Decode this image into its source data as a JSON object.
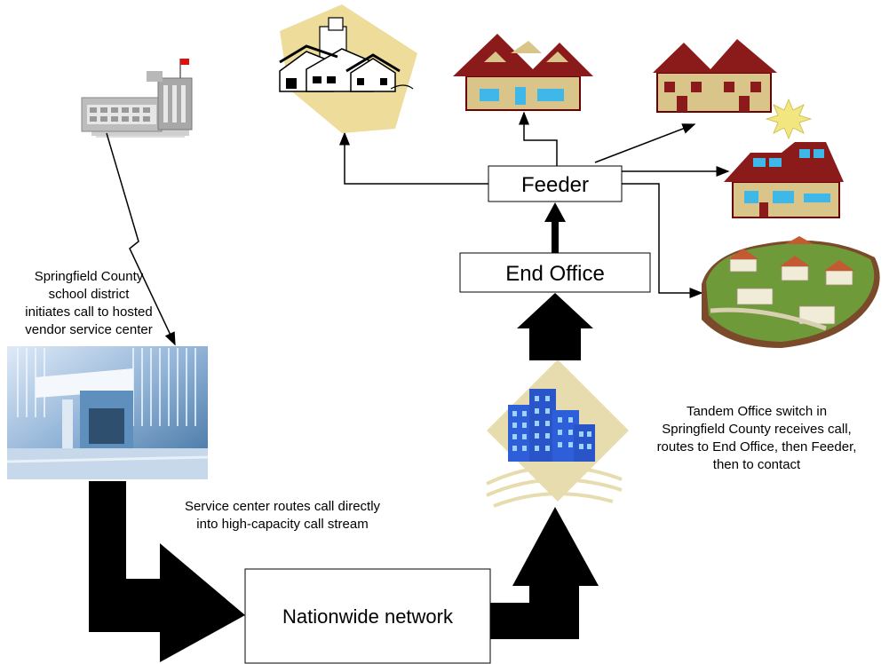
{
  "nodes": {
    "feeder": "Feeder",
    "end_office": "End Office",
    "nationwide_network": "Nationwide network"
  },
  "captions": {
    "school_district": [
      "Springfield County",
      "school district",
      "initiates call to hosted",
      "vendor service center"
    ],
    "service_center": [
      "Service center routes call directly",
      "into high-capacity call stream"
    ],
    "tandem_office": [
      "Tandem Office switch in",
      "Springfield County receives call,",
      "routes to End Office, then Feeder,",
      "then to contact"
    ]
  },
  "icons": [
    "school-building-icon",
    "service-center-building-icon",
    "tandem-office-building-icon",
    "town-neighborhood-icon",
    "red-house-icon",
    "townhouse-icon",
    "sun-icon",
    "solar-house-icon",
    "suburb-aerial-icon"
  ],
  "colors": {
    "roof_red": "#8b1a1a",
    "wall_tan": "#d9c48a",
    "window_blue": "#3fb7e8",
    "building_blue": "#2f5fd8",
    "ground_brown": "#7a4a2a"
  }
}
